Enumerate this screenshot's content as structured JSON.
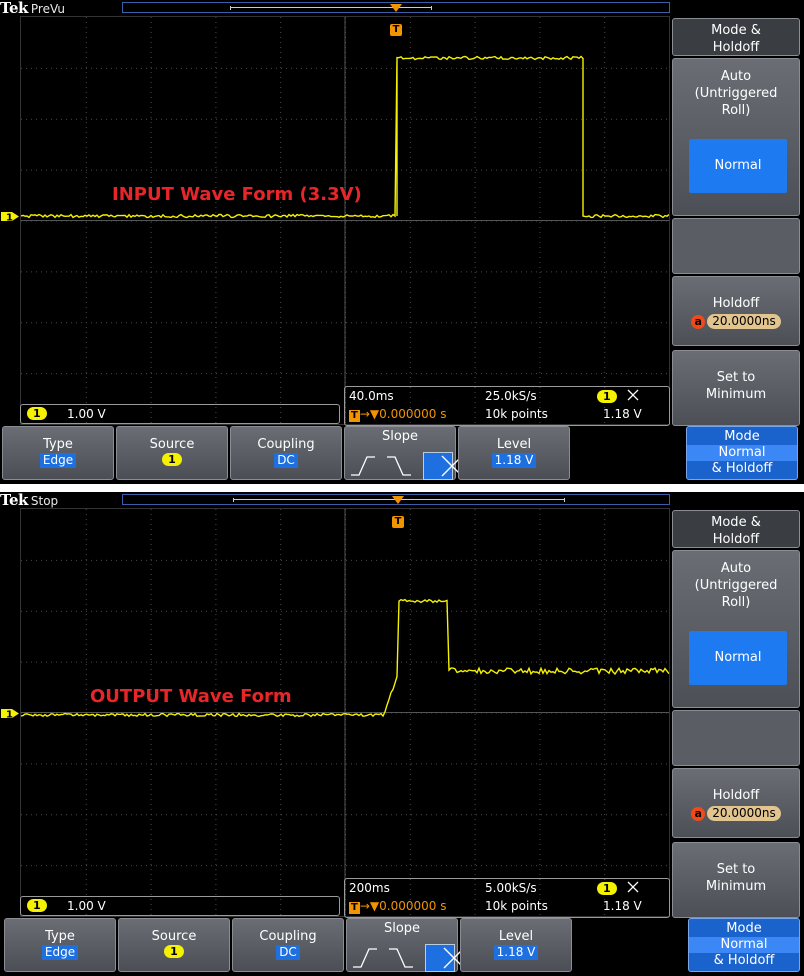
{
  "panels": [
    {
      "brand": "Tek",
      "status": "PreVu",
      "wave_label": "INPUT Wave Form (3.3V)",
      "channel_marker": "1",
      "trigger_marker": "T",
      "scale": {
        "channel": "1",
        "value": "1.00 V"
      },
      "acquisition": {
        "time_div": "40.0ms",
        "sample_rate": "25.0kS/s",
        "record_length": "10k points",
        "trigger_channel": "1",
        "trigger_level": "1.18 V",
        "trigger_position": "0.000000 s"
      },
      "side_menu": {
        "title": "Mode &\nHoldoff",
        "auto_label": "Auto\n(Untriggered\nRoll)",
        "normal_label": "Normal",
        "holdoff_title": "Holdoff",
        "holdoff_knob": "a",
        "holdoff_value": "20.0000ns",
        "set_min_label": "Set to\nMinimum"
      },
      "bottom_menu": {
        "type_label": "Type",
        "type_value": "Edge",
        "source_label": "Source",
        "source_value": "1",
        "coupling_label": "Coupling",
        "coupling_value": "DC",
        "slope_label": "Slope",
        "level_label": "Level",
        "level_value": "1.18 V",
        "mode_line1": "Mode",
        "mode_line2": "Normal",
        "mode_line3": "& Holdoff"
      }
    },
    {
      "brand": "Tek",
      "status": "Stop",
      "wave_label": "OUTPUT Wave Form",
      "channel_marker": "1",
      "trigger_marker": "T",
      "scale": {
        "channel": "1",
        "value": "1.00 V"
      },
      "acquisition": {
        "time_div": "200ms",
        "sample_rate": "5.00kS/s",
        "record_length": "10k points",
        "trigger_channel": "1",
        "trigger_level": "1.18 V",
        "trigger_position": "0.000000 s"
      },
      "side_menu": {
        "title": "Mode &\nHoldoff",
        "auto_label": "Auto\n(Untriggered\nRoll)",
        "normal_label": "Normal",
        "holdoff_title": "Holdoff",
        "holdoff_knob": "a",
        "holdoff_value": "20.0000ns",
        "set_min_label": "Set to\nMinimum"
      },
      "bottom_menu": {
        "type_label": "Type",
        "type_value": "Edge",
        "source_label": "Source",
        "source_value": "1",
        "coupling_label": "Coupling",
        "coupling_value": "DC",
        "slope_label": "Slope",
        "level_label": "Level",
        "level_value": "1.18 V",
        "mode_line1": "Mode",
        "mode_line2": "Normal",
        "mode_line3": "& Holdoff"
      }
    }
  ],
  "colors": {
    "trace": "#f4f200",
    "trigger": "#f29400",
    "accent": "#1e7af0",
    "label": "#e8262a",
    "background": "#000000"
  }
}
